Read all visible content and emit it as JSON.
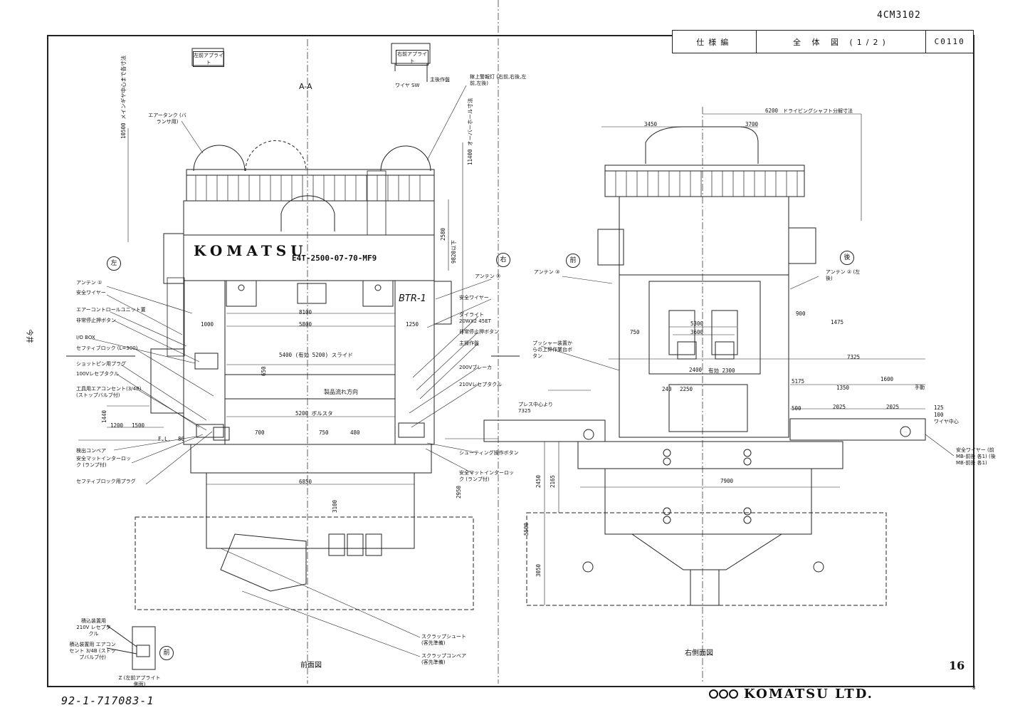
{
  "doc_number": "4CM3102",
  "title_block": {
    "section": "仕様編",
    "title": "全 体 図 (1/2)",
    "code": "C0110"
  },
  "page_number": "16",
  "footer_handwriting": "92-1-717083-1",
  "company": "KOMATSU LTD.",
  "margin_note": "今井",
  "corner_mark": "8",
  "front_view": {
    "caption": "前面図",
    "section_label": "A-A",
    "left_circle": "左",
    "right_circle": "右",
    "machine_brand": "KOMATSU",
    "model": "E4T-2500-07-70-MF9",
    "line_mark": "BTR-1",
    "uprights": {
      "left": "左前アプライト",
      "right": "右前アプライト"
    },
    "top_labels": [
      "ワイヤ SW",
      "主後作盤",
      "稼上警報灯 (右前,右後,左前,左後)",
      "エアータンク (バランサ用)"
    ],
    "left_callouts": [
      "アンテン ①",
      "安全ワイヤー",
      "エアーコントロールユニット置",
      "非常停止押ボタン",
      "I/O BOX",
      "セフティブロック (L=300)",
      "ショットピン用プラグ",
      "100Vレセプタクル",
      "工具用エアコンセント(3/4B) (ストップバルブ付)",
      "検出コンベア",
      "安全マットインターロック (ランプ付)",
      "セフティブロック用プラグ"
    ],
    "right_callouts": [
      "アンテン ②",
      "安全ワイヤー",
      "ダイライト 20WX2 45ET",
      "非常停止押ボタン",
      "主操作盤",
      "200Vブレーカ",
      "210Vレセプタクル",
      "シューティング操作ボタン",
      "安全マットインターロック (ランプ付)"
    ],
    "bottom_callouts": [
      "スクラップシュート (客先準備)",
      "スクラップコンベア (客先準備)"
    ],
    "dimensions": [
      "10500 メインギヤ中心まで各寸法",
      "11400 オーバーホール寸法",
      "2580",
      "9820以下",
      "8100",
      "5800",
      "1000",
      "1250",
      "5400 (有効 5200) スライド",
      "5200 ボルスタ",
      "650",
      "1440",
      "1200",
      "1500",
      "6850",
      "3100",
      "2950",
      "F.L.",
      "80",
      "700",
      "750",
      "480"
    ],
    "arrow_note": "製品流れ方向"
  },
  "z_detail": {
    "labels": [
      "積込装置用 210V レセプタクル",
      "積込装置用 エアコンセント 3/4B (ストップバルブ付)"
    ],
    "front_circle": "前",
    "caption": "Z (左前アプライト側面)"
  },
  "side_view": {
    "caption": "右側面図",
    "front_circle": "前",
    "rear_circle": "後",
    "labels": [
      "アンテン ③",
      "アンテン ② (左後)",
      "プッシャー装置からの上昇作業台ボタン",
      "プレス中心より 7325",
      "安全ワイヤー (前MB-前後 各1) (後MB-前後 各1)",
      "ドライビングシャフト分解寸法",
      "ワイヤ中心",
      "手動"
    ],
    "dimensions": [
      "6200",
      "3450",
      "3700",
      "900",
      "5300",
      "3600",
      "750",
      "1475",
      "2400",
      "有効 2300",
      "7325",
      "5175",
      "1600",
      "1350",
      "2025",
      "2025",
      "500",
      "125",
      "100",
      "2250",
      "7900",
      "2450",
      "2165",
      "5500",
      "3050",
      "240"
    ]
  }
}
